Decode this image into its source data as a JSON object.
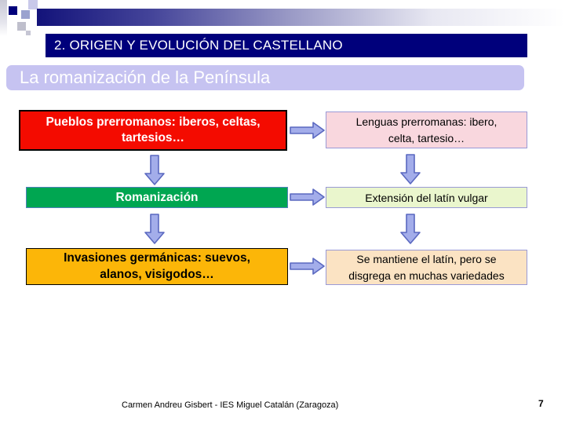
{
  "slide": {
    "title": "2. ORIGEN Y EVOLUCIÓN DEL CASTELLANO",
    "subtitle": "La romanización de la Península",
    "footer": "Carmen Andreu Gisbert - IES Miguel Catalán (Zaragoza)",
    "page_number": "7"
  },
  "diagram": {
    "left_column": [
      {
        "id": "pueblos-prerromanos",
        "text": "Pueblos prerromanos: iberos, celtas,\ntartesios…"
      },
      {
        "id": "romanizacion",
        "text": "Romanización"
      },
      {
        "id": "invasiones-germanicas",
        "text": "Invasiones germánicas: suevos,\nalanos, visigodos…"
      }
    ],
    "right_column": [
      {
        "id": "lenguas-prerromanas",
        "text": "Lenguas prerromanas:  ibero,\ncelta, tartesio…"
      },
      {
        "id": "extension-latin-vulgar",
        "text": "Extensión del latín vulgar"
      },
      {
        "id": "latin-disgregado",
        "text": "Se mantiene el latín, pero se\ndisgrega en muchas variedades"
      }
    ]
  },
  "colors": {
    "title_bg": "#00007b",
    "subtitle_bg": "#c6c3f1",
    "top_band_start": "#13137a",
    "top_band_end": "#ffffff",
    "red_box": "#f40b00",
    "green_box": "#00a651",
    "green_box_border": "#4f81bd",
    "orange_box": "#fcb608",
    "pink_box": "#f9d7de",
    "lightgreen_box": "#eaf6cd",
    "peach_box": "#fbe3c3",
    "right_box_border": "#9a9ad6",
    "arrow_fill": "#a3adea",
    "arrow_stroke": "#5a68c0"
  }
}
